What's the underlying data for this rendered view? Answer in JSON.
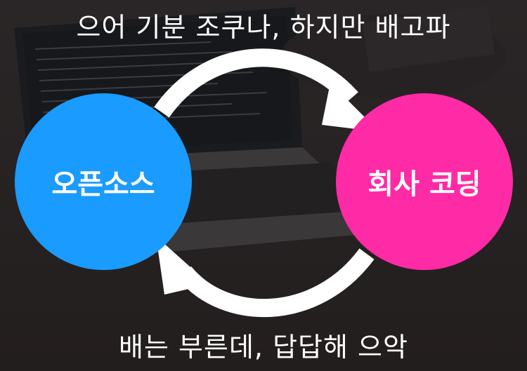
{
  "captions": {
    "top": "으어 기분 조쿠나, 하지만 배고파",
    "bottom": "배는 부른데, 답답해 으악"
  },
  "nodes": [
    {
      "label": "오픈소스",
      "color": "#1a9bff"
    },
    {
      "label": "회사 코딩",
      "color": "#ff2aa5"
    }
  ],
  "colors": {
    "arrow": "#ffffff",
    "background": "#1d1a1b"
  }
}
